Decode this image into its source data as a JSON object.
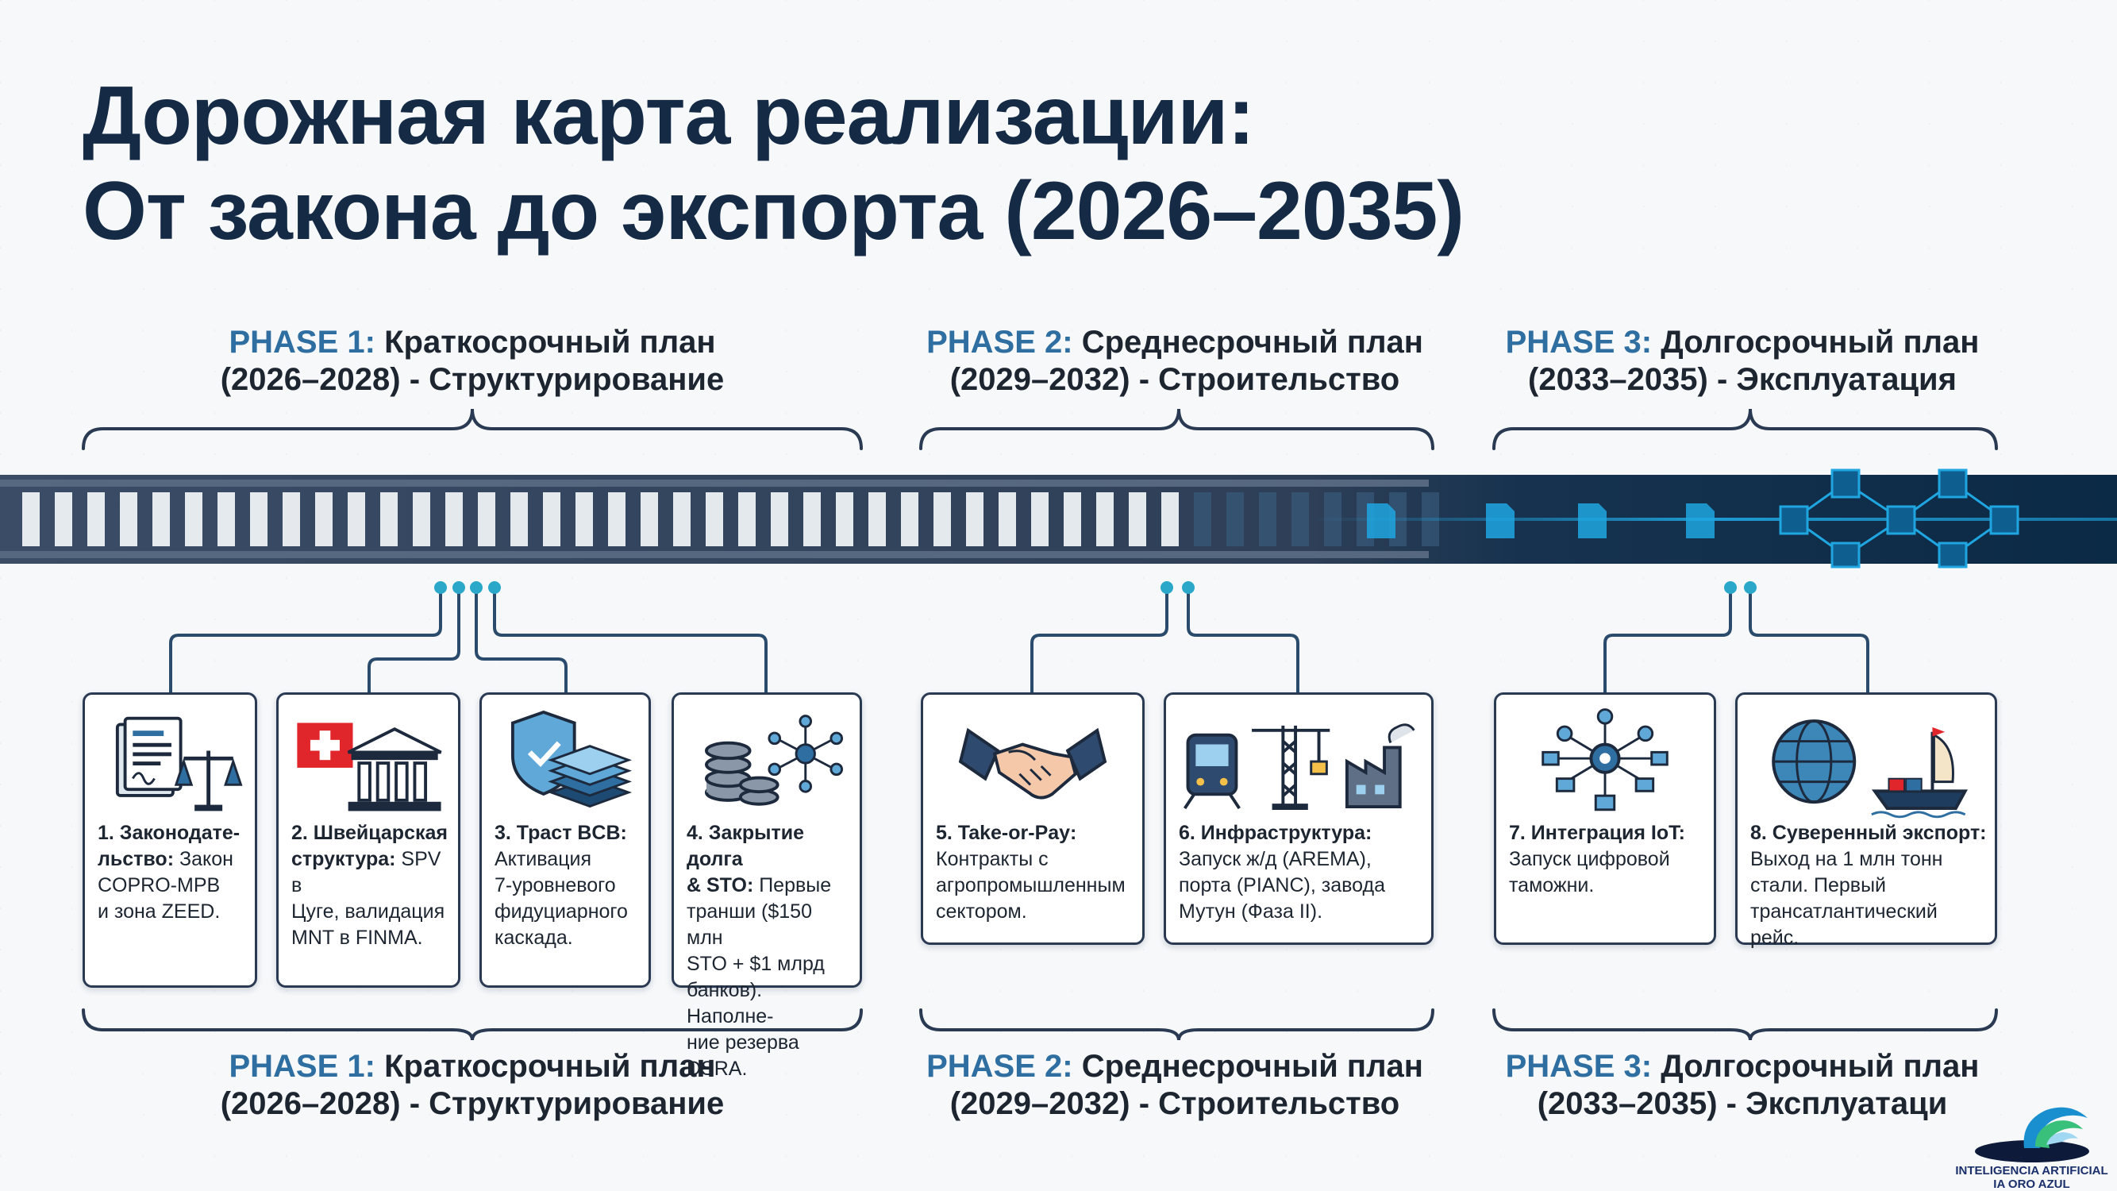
{
  "title": {
    "line1": "Дорожная карта реализации:",
    "line2": "От закона до экспорта (2026–2035)"
  },
  "phases": [
    {
      "label": "PHASE 1:",
      "name": "Краткосрочный план",
      "line2": "(2026–2028) - Структурирование"
    },
    {
      "label": "PHASE 2:",
      "name": "Среднесрочный план",
      "line2": "(2029–2032) - Строительство"
    },
    {
      "label": "PHASE 3:",
      "name": "Долгосрочный план",
      "line2": "(2033–2035) - Эксплуатация"
    }
  ],
  "bottom_phases": [
    {
      "label": "PHASE 1:",
      "name": "Краткосрочный план",
      "line2": "(2026–2028) - Структурирование"
    },
    {
      "label": "PHASE 2:",
      "name": "Среднесрочный план",
      "line2": "(2029–2032) - Строительство"
    },
    {
      "label": "PHASE 3:",
      "name": "Долгосрочный план",
      "line2": "(2033–2035) - Эксплуатаци"
    }
  ],
  "cards": [
    {
      "b1": "1. Законодате-",
      "b2": "льство:",
      "t": " Закон",
      "t2": "COPRO-MPB",
      "t3": "и зона ZEED.",
      "icon": "legal-document-scales-icon"
    },
    {
      "b1": "2. Швейцарская",
      "b2": "структура:",
      "t": " SPV в",
      "t2": "Цуге, валидация",
      "t3": "MNT в FINMA.",
      "icon": "swiss-bank-icon"
    },
    {
      "b1": "3. Траст BCB:",
      "t2": "Активация",
      "t3": "7-уровневого",
      "t4": "фидуциарного",
      "t5": "каскада.",
      "icon": "shield-layers-icon"
    },
    {
      "b1": "4. Закрытие долга",
      "b2": "& STO:",
      "t": " Первые",
      "t2": "транши ($150 млн",
      "t3": "STO + $1 млрд",
      "t4": "банков). Наполне-",
      "t5": "ние резерва DSRA.",
      "icon": "coins-network-icon"
    },
    {
      "b1": "5. Take-or-Pay:",
      "t2": "Контракты с",
      "t3": "агропромышленным",
      "t4": "сектором.",
      "icon": "handshake-icon"
    },
    {
      "b1": "6. Инфраструктура:",
      "t2": "Запуск ж/д (AREMA),",
      "t3": "порта (PIANC), завода",
      "t4": "Мутун (Фаза II).",
      "icon": "train-crane-factory-icon"
    },
    {
      "b1": "7. Интеграция IoT:",
      "t2": "Запуск цифровой",
      "t3": "таможни.",
      "icon": "iot-network-icon"
    },
    {
      "b1": "8. Суверенный экспорт:",
      "t2": "Выход на 1 млн тонн",
      "t3": "стали. Первый",
      "t4": "трансатлантический рейс.",
      "icon": "globe-ship-icon"
    }
  ],
  "logo": {
    "line1": "INTELIGENCIA ARTIFICIAL",
    "line2": "IA ORO AZUL"
  },
  "colors": {
    "title": "#142a45",
    "phase_label": "#2e6ea1",
    "card_border": "#2a3a52",
    "rail": "#2e3f57",
    "digital": "#1fa6e0",
    "connector": "#2a4b6b"
  }
}
